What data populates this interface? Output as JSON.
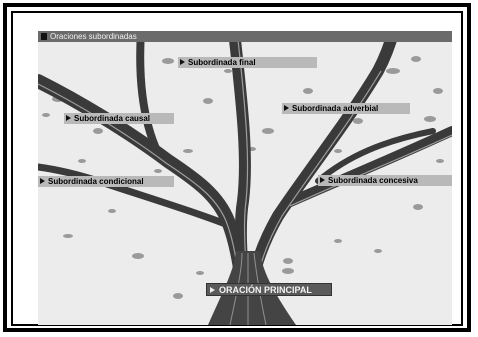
{
  "window": {
    "title": "Oraciones subordinadas"
  },
  "diagram": {
    "main_node": "ORACIÓN PRINCIPAL",
    "branches": [
      "Subordinada final",
      "Subordinada causal",
      "Subordinada adverbial",
      "Subordinada condicional",
      "Subordinada concesiva"
    ]
  },
  "colors": {
    "title_bar": "#6b6b6b",
    "label_bg": "#b9b9b9",
    "main_label_bg": "#5a5a5a",
    "trunk": "#3a3a3a",
    "background": "#ececec"
  }
}
